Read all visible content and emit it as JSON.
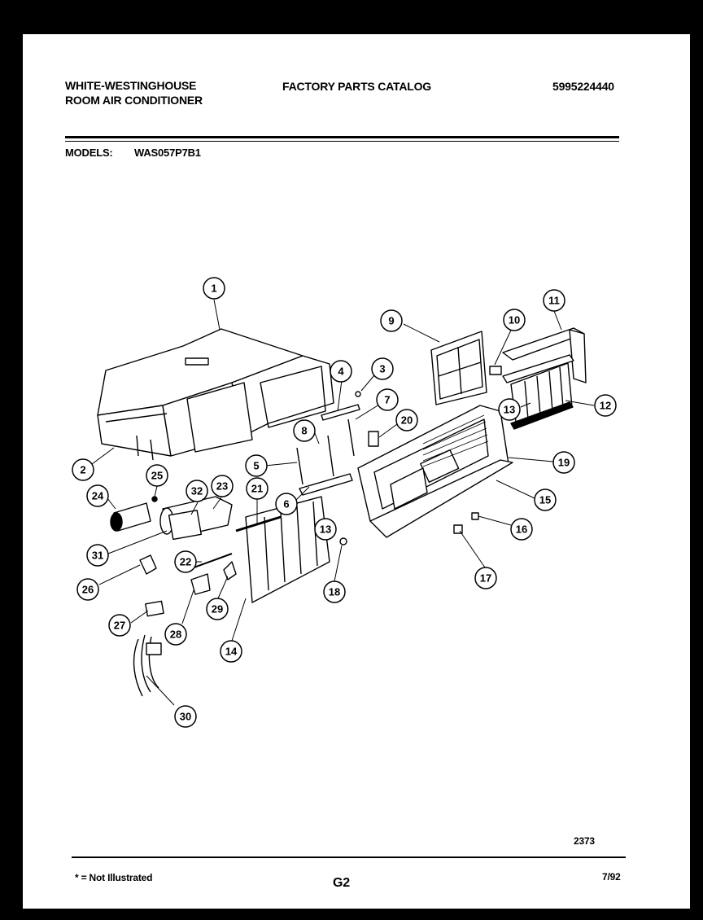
{
  "header": {
    "brand_line1": "WHITE-WESTINGHOUSE",
    "brand_line2": "ROOM AIR CONDITIONER",
    "catalog": "FACTORY PARTS CATALOG",
    "part_number": "5995224440",
    "models_label": "MODELS:",
    "model": "WAS057P7B1"
  },
  "footer": {
    "drawing_number": "2373",
    "note": "* = Not Illustrated",
    "page": "G2",
    "date": "7/92"
  },
  "callouts": [
    "1",
    "2",
    "3",
    "4",
    "5",
    "6",
    "7",
    "8",
    "9",
    "10",
    "11",
    "12",
    "13",
    "13",
    "14",
    "15",
    "16",
    "17",
    "18",
    "19",
    "20",
    "21",
    "22",
    "23",
    "24",
    "25",
    "26",
    "27",
    "28",
    "29",
    "30",
    "31",
    "32"
  ]
}
